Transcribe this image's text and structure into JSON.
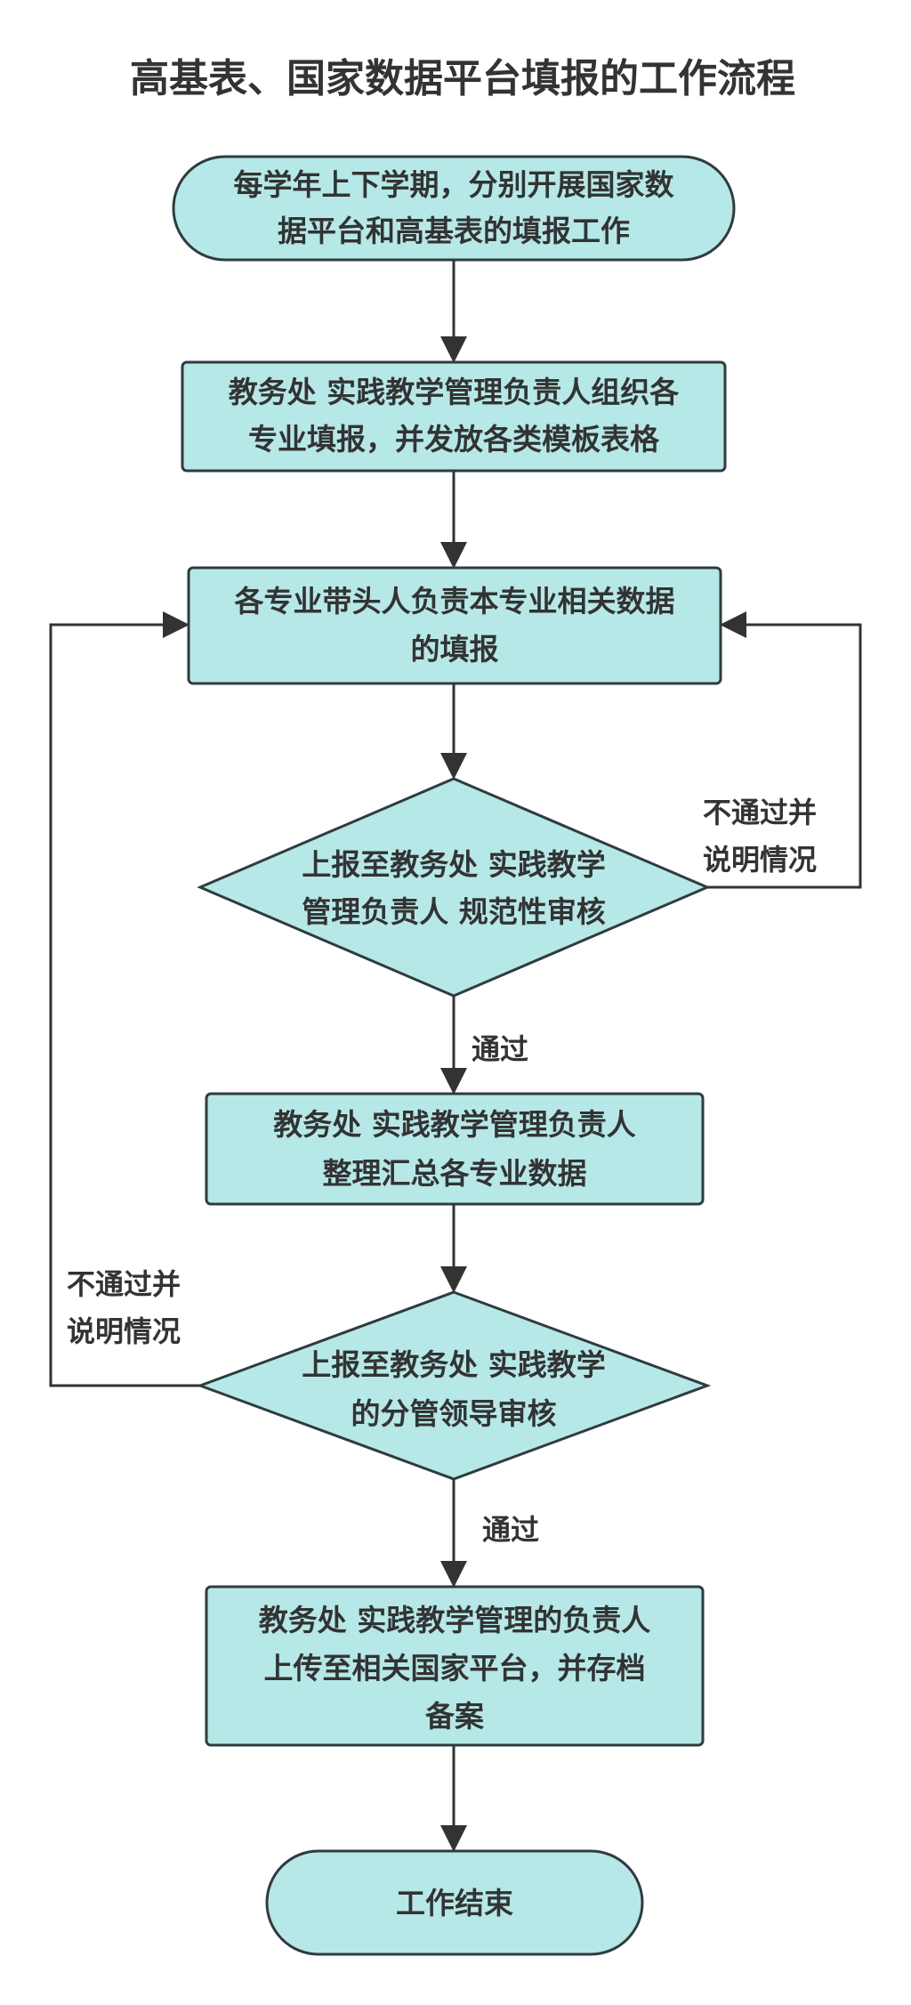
{
  "title": "高基表、国家数据平台填报的工作流程",
  "nodes": {
    "start": [
      "每学年上下学期，分别开展国家数",
      "据平台和高基表的填报工作"
    ],
    "organize": [
      "教务处 实践教学管理负责人组织各",
      "专业填报，并发放各类模板表格"
    ],
    "fill": [
      "各专业带头人负责本专业相关数据",
      "的填报"
    ],
    "review1": [
      "上报至教务处 实践教学",
      "管理负责人 规范性审核"
    ],
    "summarize": [
      "教务处 实践教学管理负责人",
      "整理汇总各专业数据"
    ],
    "review2": [
      "上报至教务处 实践教学",
      "的分管领导审核"
    ],
    "upload": [
      "教务处 实践教学管理的负责人",
      "上传至相关国家平台，并存档",
      "备案"
    ],
    "end": [
      "工作结束"
    ]
  },
  "edge_labels": {
    "pass1": "通过",
    "pass2": "通过",
    "reject1": [
      "不通过并",
      "说明情况"
    ],
    "reject2": [
      "不通过并",
      "说明情况"
    ]
  }
}
